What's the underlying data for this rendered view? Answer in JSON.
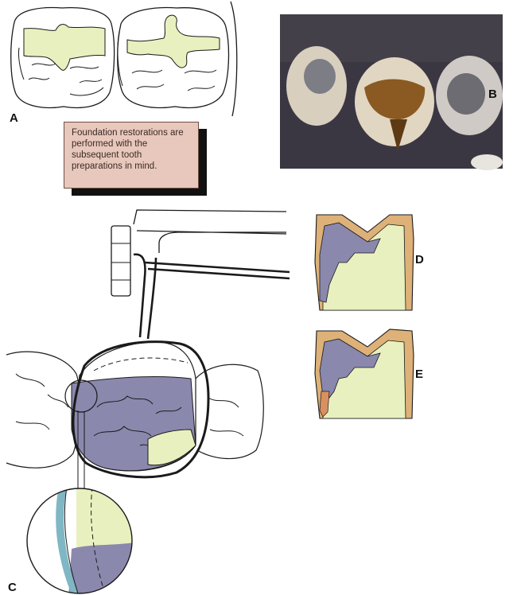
{
  "figure": {
    "labels": {
      "a": "A",
      "b": "B",
      "c": "C",
      "d": "D",
      "e": "E"
    },
    "callout_text": "Foundation restorations are performed with the subsequent tooth preparations in mind."
  },
  "colors": {
    "outline": "#1a1a1a",
    "dentin_yellow": "#e9f0bf",
    "restoration_purple": "#8a88ad",
    "enamel_orange": "#ddb178",
    "pin_orange": "#d99060",
    "callout_fill": "#e8c8bc",
    "photo_background": "#3b3742"
  }
}
